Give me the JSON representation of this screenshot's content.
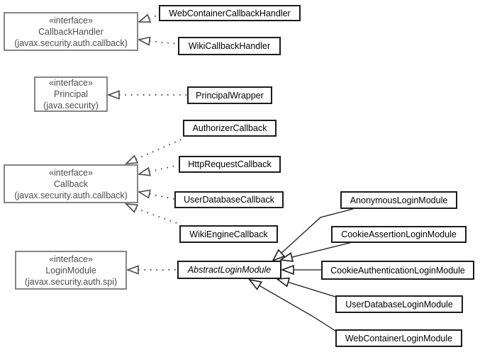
{
  "diagram": {
    "type": "uml-class-diagram",
    "title": "JSPWiki auth login UML class diagram"
  },
  "colors": {
    "background": "#ffffff",
    "interface_border": "#858585",
    "interface_text": "#4c4c4c",
    "class_border": "#1c1c1c",
    "class_text": "#000000",
    "realization_edge": "#4a4a4a",
    "generalization_edge": "#1a1a1a"
  },
  "interfaces": {
    "callback_handler": {
      "stereotype": "«interface»",
      "name": "CallbackHandler",
      "package": "(javax.security.auth.callback)"
    },
    "principal": {
      "stereotype": "«interface»",
      "name": "Principal",
      "package": "(java.security)"
    },
    "callback": {
      "stereotype": "«interface»",
      "name": "Callback",
      "package": "(javax.security.auth.callback)"
    },
    "login_module": {
      "stereotype": "«interface»",
      "name": "LoginModule",
      "package": "(javax.security.auth.spi)"
    }
  },
  "classes": {
    "web_container_callback_handler": {
      "name": "WebContainerCallbackHandler"
    },
    "wiki_callback_handler": {
      "name": "WikiCallbackHandler"
    },
    "principal_wrapper": {
      "name": "PrincipalWrapper"
    },
    "authorizer_callback": {
      "name": "AuthorizerCallback"
    },
    "http_request_callback": {
      "name": "HttpRequestCallback"
    },
    "user_database_callback": {
      "name": "UserDatabaseCallback"
    },
    "wiki_engine_callback": {
      "name": "WikiEngineCallback"
    },
    "abstract_login_module": {
      "name": "AbstractLoginModule",
      "abstract": true
    },
    "anonymous_login_module": {
      "name": "AnonymousLoginModule"
    },
    "cookie_assertion_login_module": {
      "name": "CookieAssertionLoginModule"
    },
    "cookie_authentication_login_module": {
      "name": "CookieAuthenticationLoginModule"
    },
    "user_database_login_module": {
      "name": "UserDatabaseLoginModule"
    },
    "web_container_login_module": {
      "name": "WebContainerLoginModule"
    }
  },
  "relationships": [
    {
      "from": "WebContainerCallbackHandler",
      "to": "CallbackHandler",
      "type": "realization"
    },
    {
      "from": "WikiCallbackHandler",
      "to": "CallbackHandler",
      "type": "realization"
    },
    {
      "from": "PrincipalWrapper",
      "to": "Principal",
      "type": "realization"
    },
    {
      "from": "AuthorizerCallback",
      "to": "Callback",
      "type": "realization"
    },
    {
      "from": "HttpRequestCallback",
      "to": "Callback",
      "type": "realization"
    },
    {
      "from": "UserDatabaseCallback",
      "to": "Callback",
      "type": "realization"
    },
    {
      "from": "WikiEngineCallback",
      "to": "Callback",
      "type": "realization"
    },
    {
      "from": "AbstractLoginModule",
      "to": "LoginModule",
      "type": "realization"
    },
    {
      "from": "AnonymousLoginModule",
      "to": "AbstractLoginModule",
      "type": "generalization"
    },
    {
      "from": "CookieAssertionLoginModule",
      "to": "AbstractLoginModule",
      "type": "generalization"
    },
    {
      "from": "CookieAuthenticationLoginModule",
      "to": "AbstractLoginModule",
      "type": "generalization"
    },
    {
      "from": "UserDatabaseLoginModule",
      "to": "AbstractLoginModule",
      "type": "generalization"
    },
    {
      "from": "WebContainerLoginModule",
      "to": "AbstractLoginModule",
      "type": "generalization"
    }
  ]
}
